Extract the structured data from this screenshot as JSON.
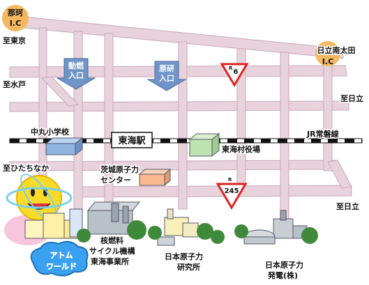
{
  "ic_markers": {
    "naka": {
      "name": "那珂",
      "sub": "I.C"
    },
    "hitachi_minami_ota": {
      "name": "日立南太田",
      "sub": "I.C"
    }
  },
  "directions": {
    "to_tokyo": "至東京",
    "to_mito": "至水戸",
    "to_hitachinaka": "至ひたちなか",
    "to_hitachi_1": "至日立",
    "to_hitachi_2": "至日立"
  },
  "entrances": {
    "doryokuro": {
      "line1": "動燃",
      "line2": "入口"
    },
    "genken": {
      "line1": "原研",
      "line2": "入口"
    }
  },
  "route_signs": {
    "r6": {
      "letter": "R",
      "number": "6"
    },
    "r245": {
      "letter": "R",
      "number": "245"
    }
  },
  "railway": {
    "label": "JR常磐線",
    "station": "東海駅"
  },
  "places": {
    "elementary_school": "中丸小学校",
    "village_office": "東海村役場",
    "ibaraki_center_line1": "茨城原子力",
    "ibaraki_center_line2": "センター"
  },
  "facilities": {
    "atom_world_line1": "アトム",
    "atom_world_line2": "ワールド",
    "jnc_line1": "核燃料",
    "jnc_line2": "サイクル機構",
    "jnc_line3": "東海事業所",
    "jaeri_line1": "日本原子力",
    "jaeri_line2": "研究所",
    "japc_line1": "日本原子力",
    "japc_line2": "発電(株)"
  },
  "colors": {
    "road": "#e8d2dc",
    "road_edge": "#c8a8b8",
    "ic_marker": "#f4b860",
    "entrance_arrow": "#6f95c8",
    "route_sign": "#dd2222",
    "cloud": "#3aa0f0",
    "atom_world_text": "#ff6a1a"
  }
}
